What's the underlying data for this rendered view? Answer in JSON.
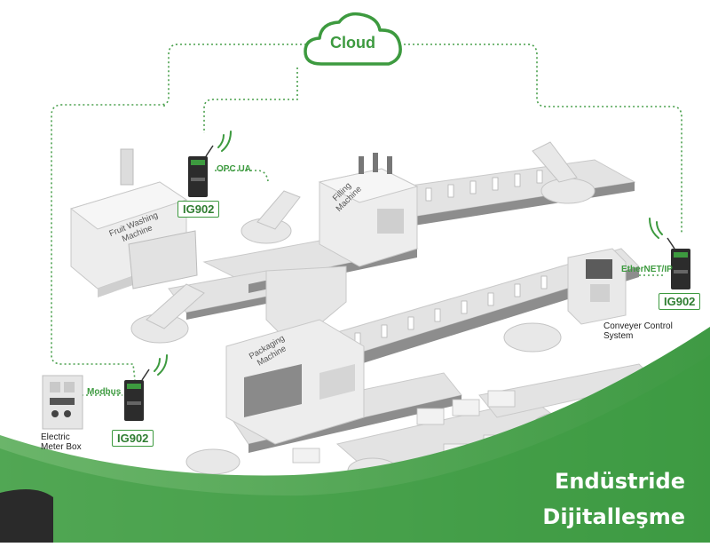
{
  "cloud": {
    "label": "Cloud"
  },
  "gateways": [
    {
      "label": "IG902",
      "protocol": "OPC UA"
    },
    {
      "label": "IG902",
      "protocol": "EtherNET/IP"
    },
    {
      "label": "IG902",
      "protocol": "Modbus"
    }
  ],
  "machines": {
    "fruit_washing": "Fruit Washing Machine",
    "filling": "Filling Machine",
    "packaging": "Packaging Machine",
    "conveyor_control": "Conveyer Control System",
    "electric_meter": "Electric Meter Box"
  },
  "brand": {
    "line1": "Endüstride",
    "line2": "Dijitalleşme"
  },
  "colors": {
    "accent_green": "#3d9a3f",
    "dark_green": "#2f7d31",
    "machine_gray": "#e6e6e6"
  }
}
